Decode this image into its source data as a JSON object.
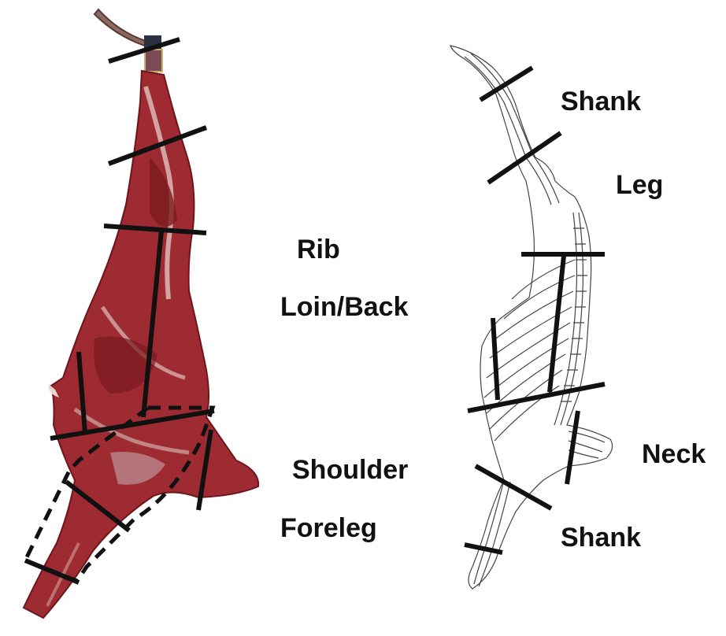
{
  "labels": {
    "rib": "Rib",
    "loin_back": "Loin/Back",
    "shoulder": "Shoulder",
    "foreleg": "Foreleg",
    "shank_top": "Shank",
    "leg": "Leg",
    "neck": "Neck",
    "shank_bottom": "Shank"
  },
  "colors": {
    "background": "#ffffff",
    "text": "#111111",
    "cut_lines": "#111111",
    "meat_dark": "#7a1a1e",
    "meat_mid": "#a8323a",
    "fat": "#e8d7cf",
    "skeleton_line": "#444444"
  }
}
